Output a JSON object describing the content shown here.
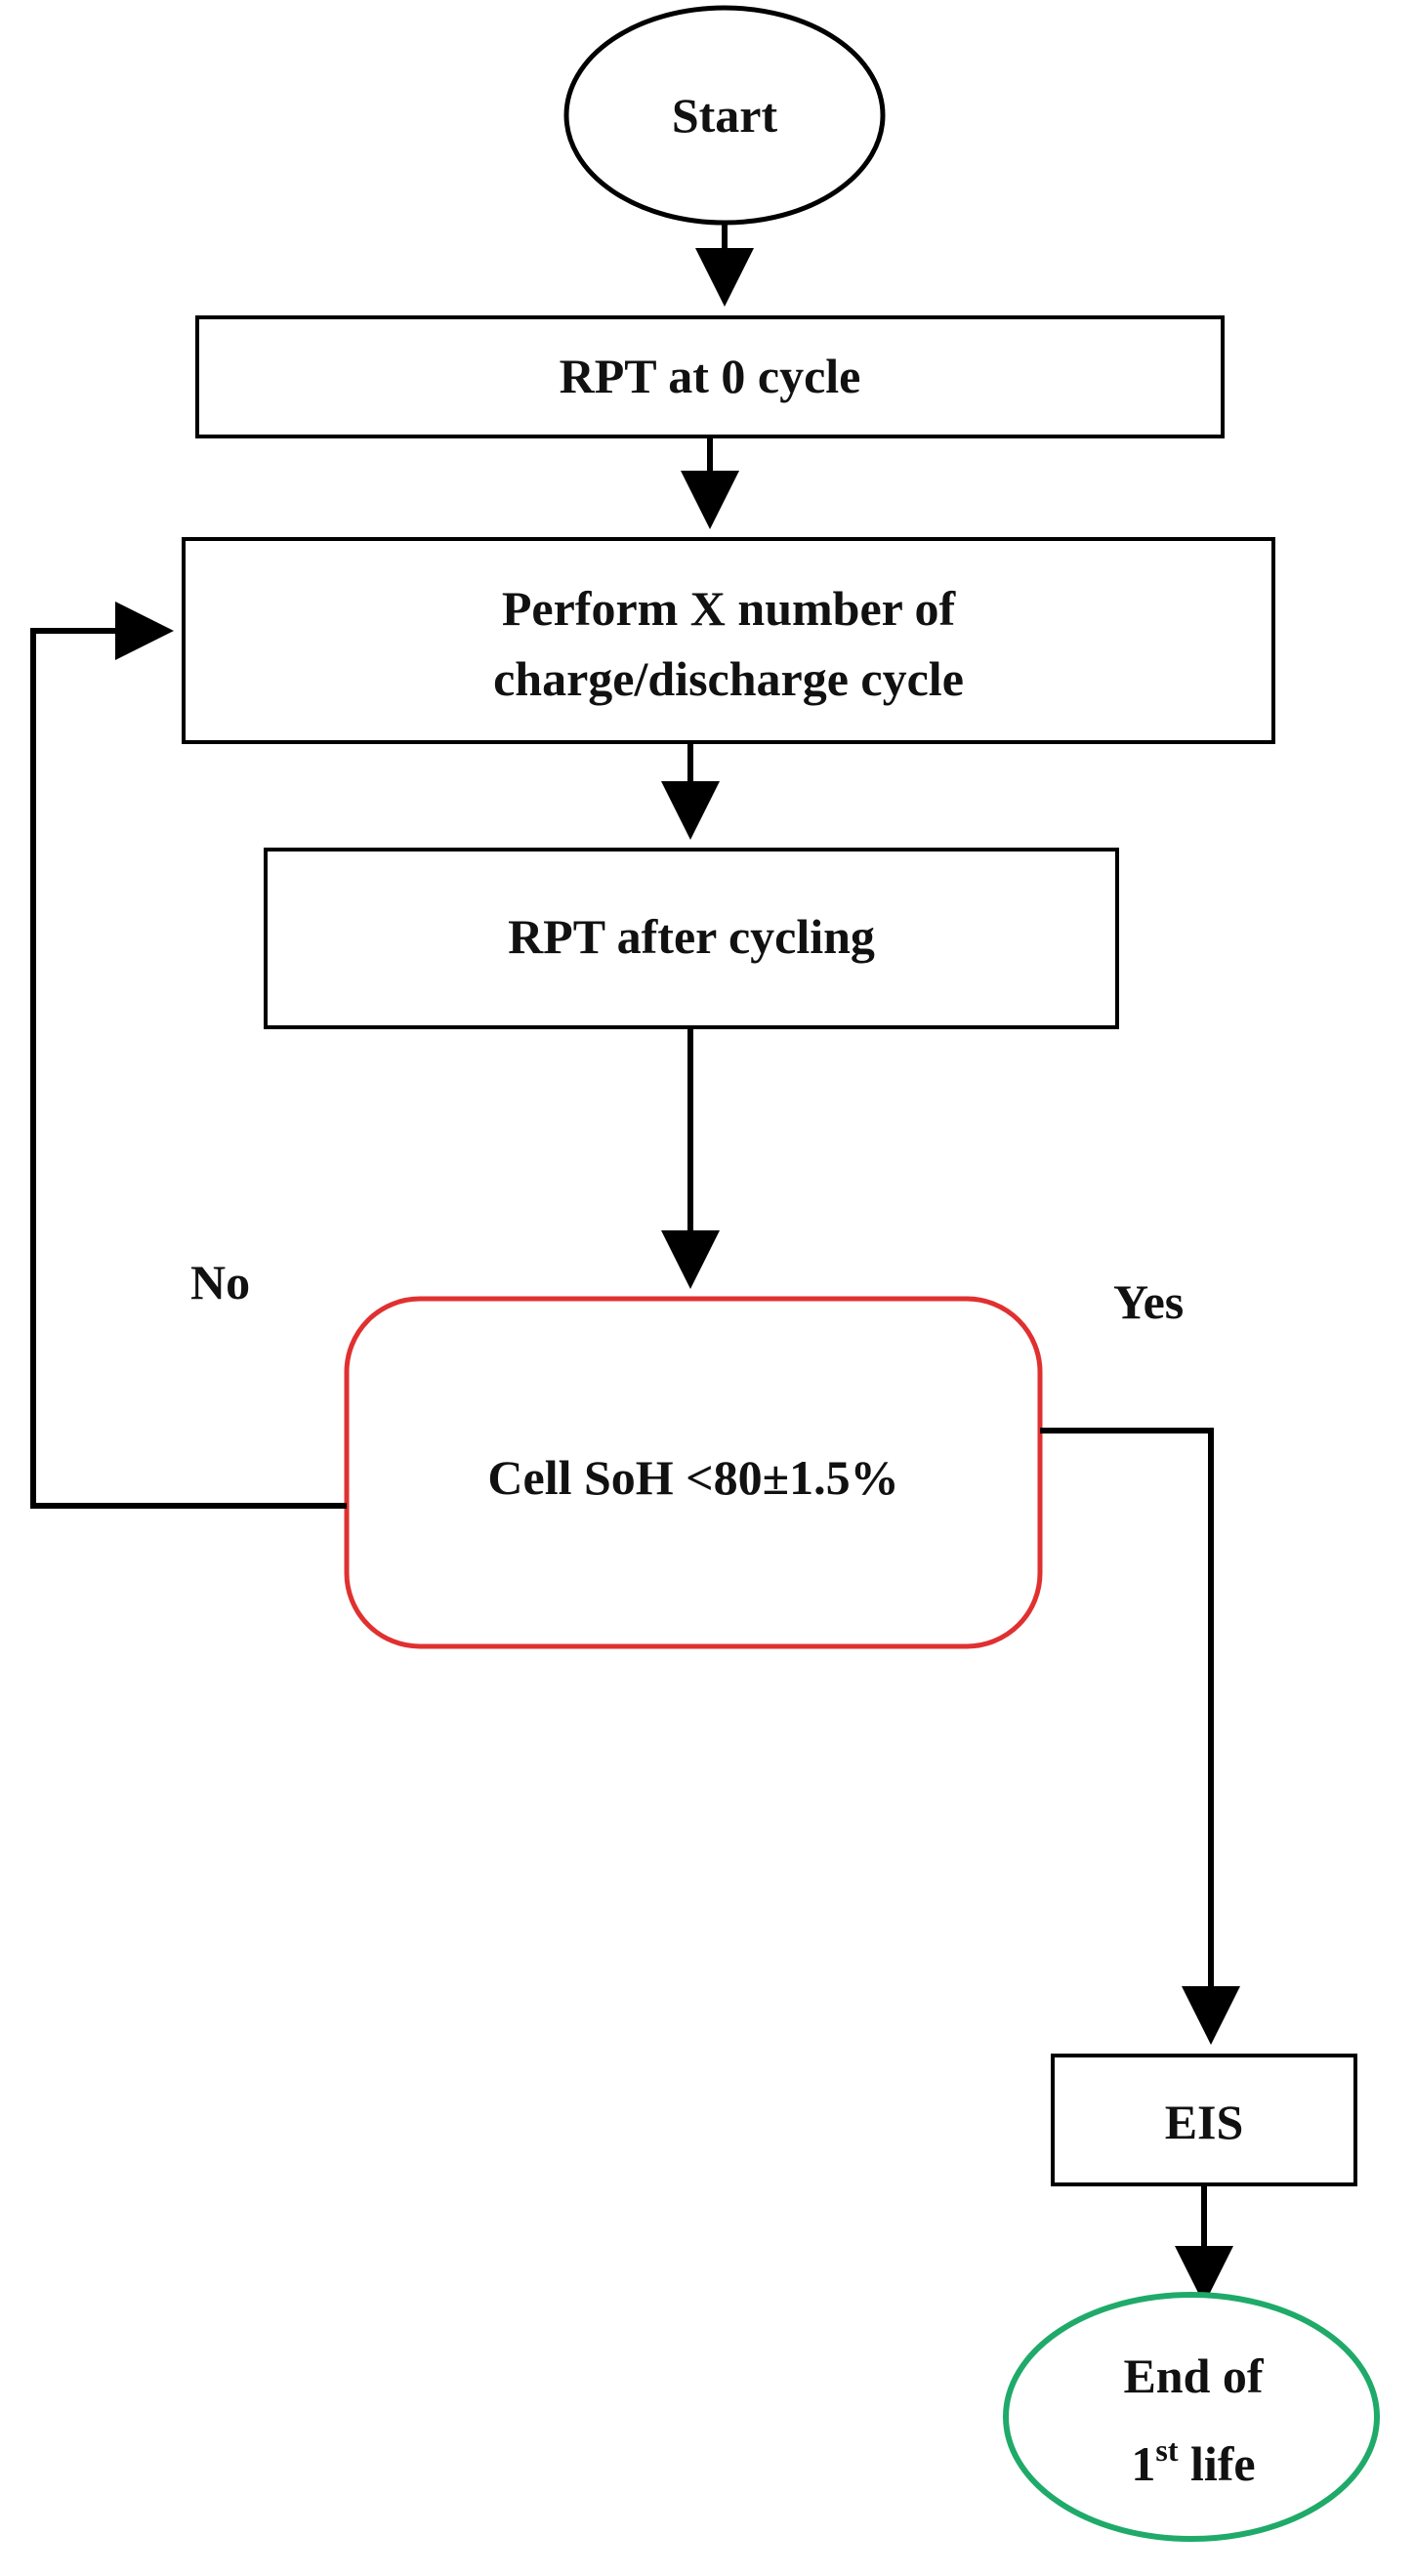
{
  "nodes": {
    "start": {
      "label": "Start"
    },
    "rpt_0": {
      "label": "RPT at 0 cycle"
    },
    "perform": {
      "line1": "Perform X number of",
      "line2": "charge/discharge cycle"
    },
    "rpt_after": {
      "label": "RPT after cycling"
    },
    "decision": {
      "label": "Cell SoH <80±1.5%",
      "border_color": "#e03030"
    },
    "eis": {
      "label": "EIS"
    },
    "end": {
      "line1": "End of",
      "line2_base": "1",
      "line2_sup": "st",
      "line2_rest": " life",
      "border_color": "#1faa6a"
    }
  },
  "edge_labels": {
    "no": "No",
    "yes": "Yes"
  }
}
